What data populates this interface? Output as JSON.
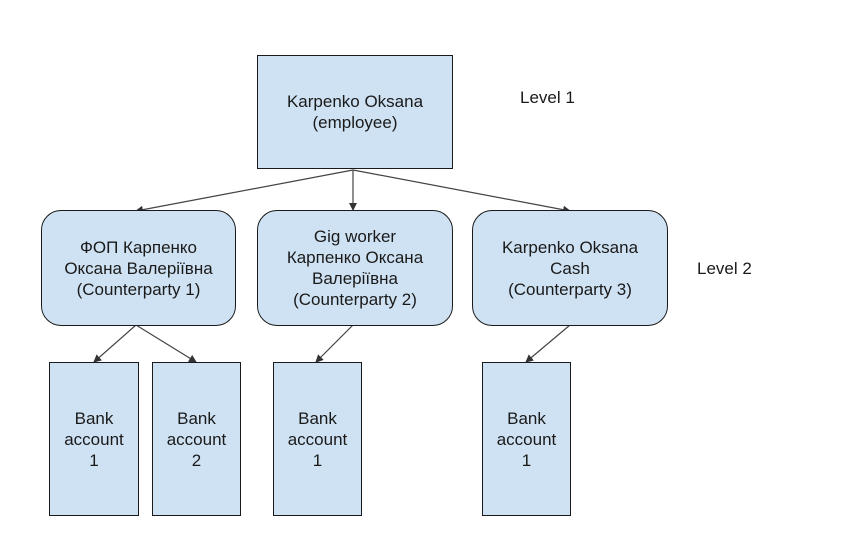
{
  "root": {
    "lines": [
      "Karpenko Oksana",
      "(employee)"
    ]
  },
  "levels": {
    "level1": "Level 1",
    "level2": "Level 2"
  },
  "counterparties": [
    {
      "lines": [
        "ФОП Карпенко",
        "Оксана Валеріївна",
        "(Counterparty 1)"
      ]
    },
    {
      "lines": [
        "Gig worker",
        "Карпенко Оксана",
        "Валеріївна",
        "(Counterparty 2)"
      ]
    },
    {
      "lines": [
        "Karpenko Oksana",
        "Cash",
        "(Counterparty 3)"
      ]
    }
  ],
  "accounts": [
    {
      "lines": [
        "Bank",
        "account",
        "1"
      ]
    },
    {
      "lines": [
        "Bank",
        "account",
        "2"
      ]
    },
    {
      "lines": [
        "Bank",
        "account",
        "1"
      ]
    },
    {
      "lines": [
        "Bank",
        "account",
        "1"
      ]
    }
  ],
  "colors": {
    "fill": "#cfe2f3",
    "stroke": "#1a1a1a",
    "edge": "#444444"
  }
}
